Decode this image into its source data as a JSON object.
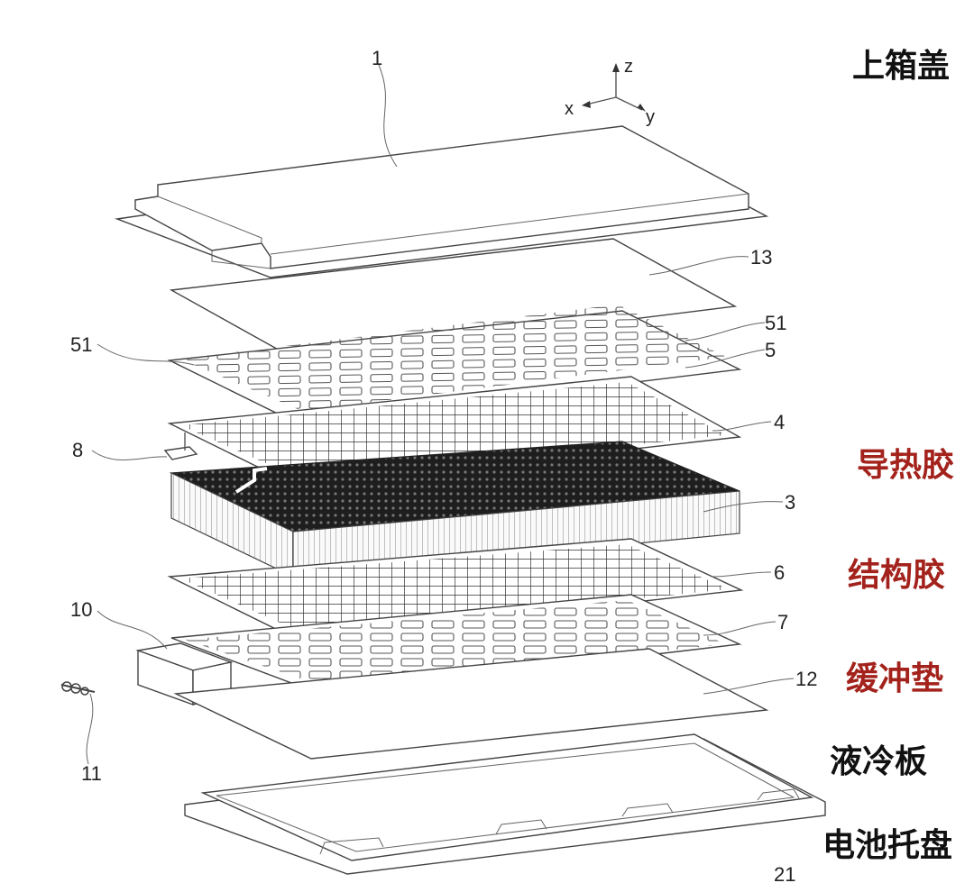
{
  "axes": {
    "z": "z",
    "x": "x",
    "y": "y"
  },
  "part_numbers": {
    "n1": "1",
    "n13": "13",
    "n51_right": "51",
    "n5": "5",
    "n51_left": "51",
    "n4": "4",
    "n8": "8",
    "n3": "3",
    "n6": "6",
    "n10": "10",
    "n7": "7",
    "n12": "12",
    "n11": "11",
    "n21": "21"
  },
  "labels": {
    "top_cover": "上箱盖",
    "thermal_glue": "导热胶",
    "structural_glue": "结构胶",
    "buffer_pad": "缓冲垫",
    "cold_plate": "液冷板",
    "battery_tray": "电池托盘"
  },
  "colors": {
    "red_label": "#a3231c",
    "black_label": "#111111",
    "cells_dark": "#1e1e1e"
  }
}
